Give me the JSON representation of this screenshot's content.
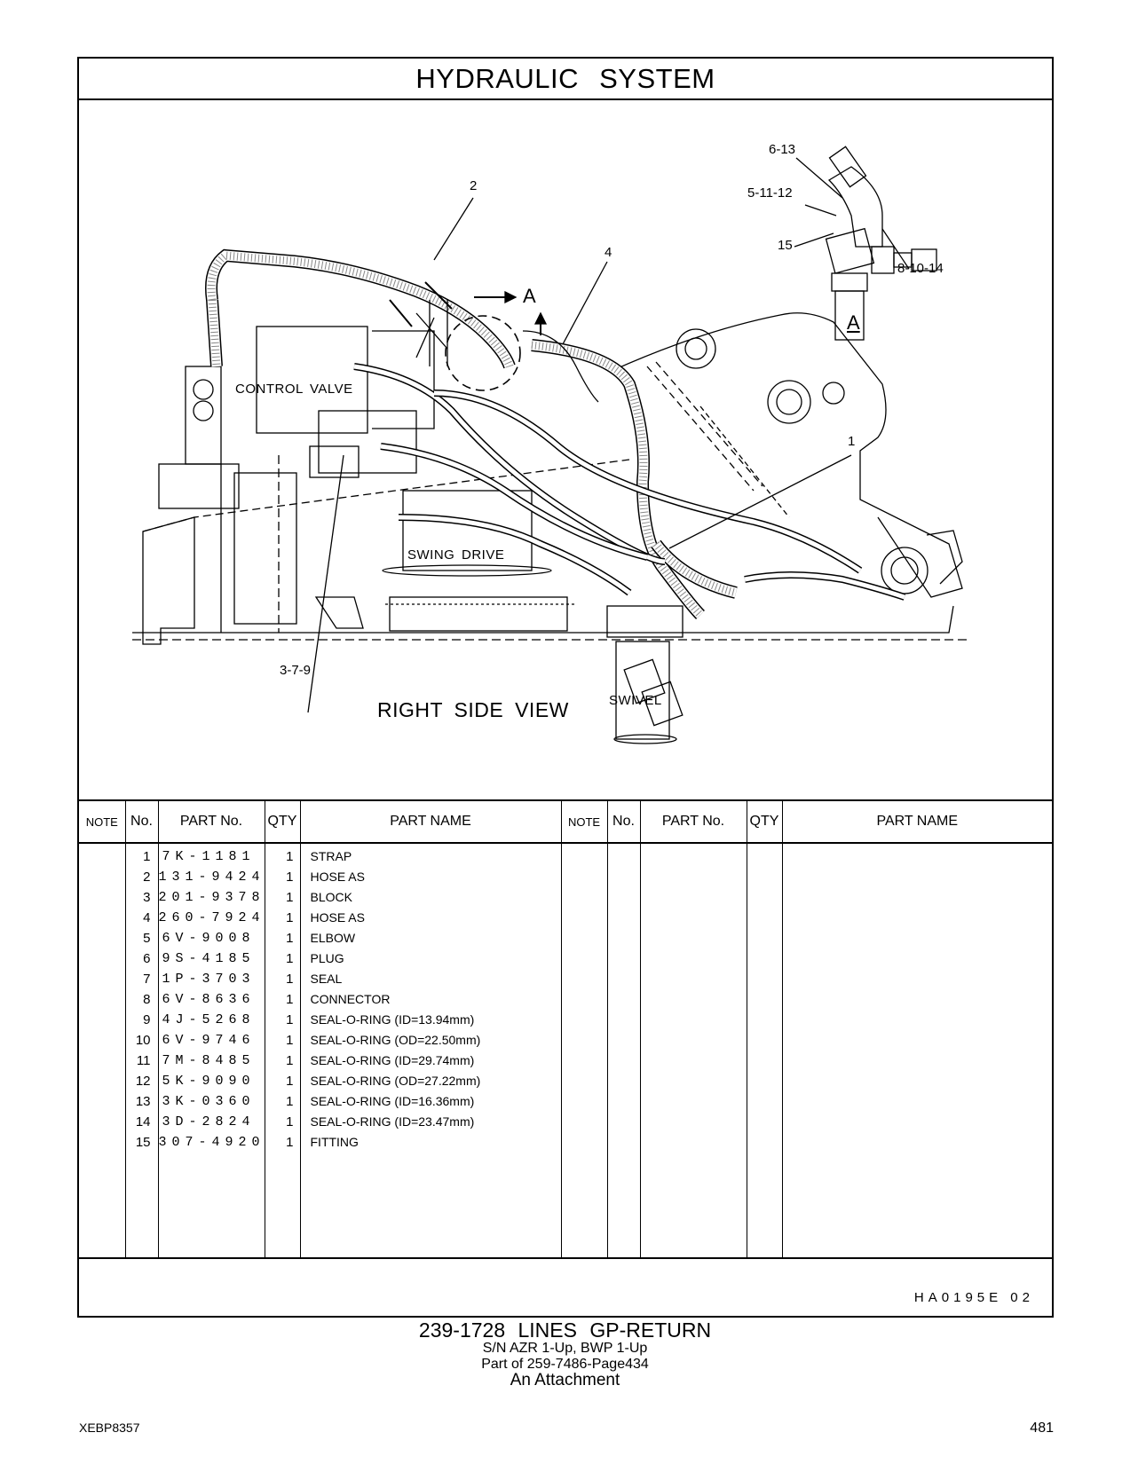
{
  "header": {
    "title": "HYDRAULIC SYSTEM"
  },
  "diagram": {
    "labels": {
      "control_valve": "CONTROL VALVE",
      "swing_drive": "SWING DRIVE",
      "swivel": "SWIVEL",
      "view": "RIGHT SIDE VIEW",
      "detail_marker": "A",
      "detail_title": "A"
    },
    "callouts": {
      "c2": "2",
      "c4": "4",
      "c1": "1",
      "c379": "3-7-9",
      "c613": "6-13",
      "c51112": "5-11-12",
      "c15": "15",
      "c81014": "8-10-14"
    }
  },
  "table": {
    "headers": {
      "note": "NOTE",
      "no": "No.",
      "part_no": "PART No.",
      "qty": "QTY",
      "part_name": "PART NAME"
    },
    "rows": [
      {
        "no": "1",
        "part_no": "7K-1181",
        "qty": "1",
        "name": "STRAP"
      },
      {
        "no": "2",
        "part_no": "131-9424",
        "qty": "1",
        "name": "HOSE AS"
      },
      {
        "no": "3",
        "part_no": "201-9378",
        "qty": "1",
        "name": "BLOCK"
      },
      {
        "no": "4",
        "part_no": "260-7924",
        "qty": "1",
        "name": "HOSE AS"
      },
      {
        "no": "5",
        "part_no": "6V-9008",
        "qty": "1",
        "name": "ELBOW"
      },
      {
        "no": "6",
        "part_no": "9S-4185",
        "qty": "1",
        "name": "PLUG"
      },
      {
        "no": "7",
        "part_no": "1P-3703",
        "qty": "1",
        "name": "SEAL"
      },
      {
        "no": "8",
        "part_no": "6V-8636",
        "qty": "1",
        "name": "CONNECTOR"
      },
      {
        "no": "9",
        "part_no": "4J-5268",
        "qty": "1",
        "name": "SEAL-O-RING (ID=13.94mm)"
      },
      {
        "no": "10",
        "part_no": "6V-9746",
        "qty": "1",
        "name": "SEAL-O-RING (OD=22.50mm)"
      },
      {
        "no": "11",
        "part_no": "7M-8485",
        "qty": "1",
        "name": "SEAL-O-RING (ID=29.74mm)"
      },
      {
        "no": "12",
        "part_no": "5K-9090",
        "qty": "1",
        "name": "SEAL-O-RING (OD=27.22mm)"
      },
      {
        "no": "13",
        "part_no": "3K-0360",
        "qty": "1",
        "name": "SEAL-O-RING (ID=16.36mm)"
      },
      {
        "no": "14",
        "part_no": "3D-2824",
        "qty": "1",
        "name": "SEAL-O-RING (ID=23.47mm)"
      },
      {
        "no": "15",
        "part_no": "307-4920",
        "qty": "1",
        "name": "FITTING"
      }
    ]
  },
  "drawing_code": "HA0195E 02",
  "caption": {
    "title": "239-1728 LINES GP-RETURN",
    "serial": "S/N AZR 1-Up, BWP 1-Up",
    "part_of": "Part of 259-7486-Page434",
    "attachment": "An Attachment"
  },
  "footer": {
    "doc_id": "XEBP8357",
    "page": "481"
  }
}
